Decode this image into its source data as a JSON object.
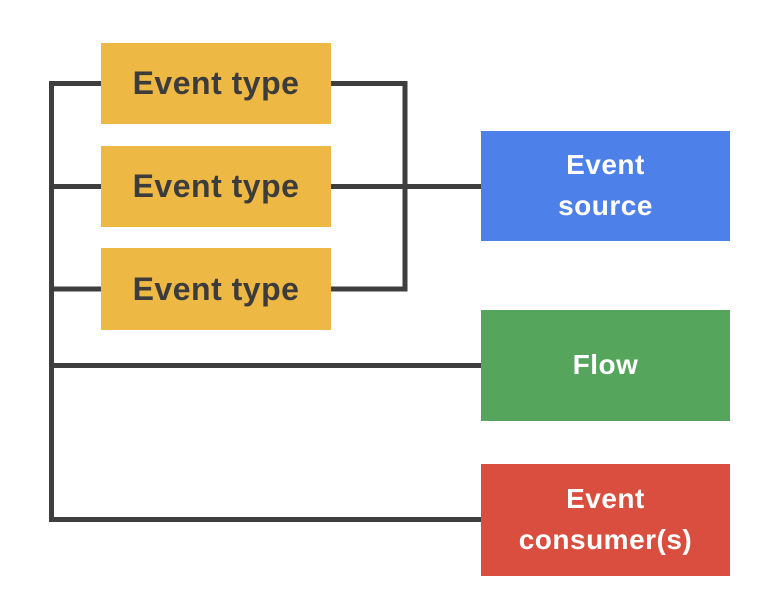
{
  "palette": {
    "yellow": "#EEB845",
    "blue": "#4E80EA",
    "green": "#55A55D",
    "red": "#D94E3E",
    "line": "#3E3E3E",
    "dark_text": "#3C3C3C",
    "light_text": "#FFFFFF",
    "background": "#FFFFFF"
  },
  "diagram": {
    "nodes": [
      {
        "id": "event-type-1",
        "label": "Event type",
        "fill": "#EEB845",
        "text_color": "#3C3C3C"
      },
      {
        "id": "event-type-2",
        "label": "Event type",
        "fill": "#EEB845",
        "text_color": "#3C3C3C"
      },
      {
        "id": "event-type-3",
        "label": "Event type",
        "fill": "#EEB845",
        "text_color": "#3C3C3C"
      },
      {
        "id": "event-source",
        "label": "Event\nsource",
        "fill": "#4E80EA",
        "text_color": "#FFFFFF"
      },
      {
        "id": "flow",
        "label": "Flow",
        "fill": "#55A55D",
        "text_color": "#FFFFFF"
      },
      {
        "id": "event-consumers",
        "label": "Event\nconsumer(s)",
        "fill": "#D94E3E",
        "text_color": "#FFFFFF"
      }
    ],
    "connectors": [
      {
        "name": "right-rail",
        "connects": [
          "event-type-1",
          "event-type-2",
          "event-type-3",
          "event-source"
        ]
      },
      {
        "name": "left-rail",
        "connects": [
          "event-type-1",
          "event-type-2",
          "event-type-3",
          "flow",
          "event-consumers"
        ]
      }
    ]
  }
}
